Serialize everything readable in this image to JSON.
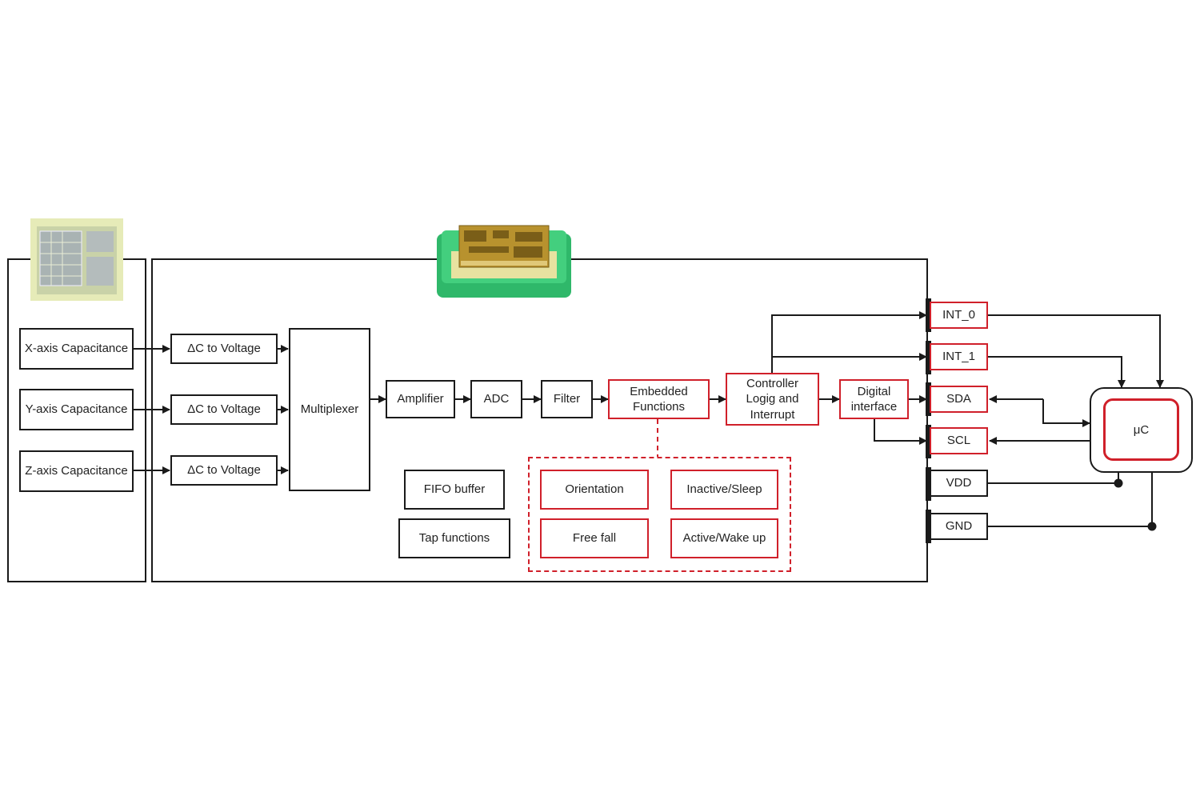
{
  "sensor": {
    "axes": [
      {
        "label": "X-axis Capacitance"
      },
      {
        "label": "Y-axis Capacitance"
      },
      {
        "label": "Z-axis Capacitance"
      }
    ]
  },
  "asic": {
    "converters": [
      "ΔC to Voltage",
      "ΔC to Voltage",
      "ΔC to Voltage"
    ],
    "multiplexer": "Multiplexer",
    "amplifier": "Amplifier",
    "adc": "ADC",
    "filter": "Filter",
    "embedded": "Embedded\nFunctions",
    "controller": "Controller\nLogig and\nInterrupt",
    "digital": "Digital\ninterface",
    "fifo": "FIFO buffer",
    "tap": "Tap functions",
    "functions": [
      "Orientation",
      "Inactive/Sleep",
      "Free fall",
      "Active/Wake up"
    ]
  },
  "pins": [
    "INT_0",
    "INT_1",
    "SDA",
    "SCL",
    "VDD",
    "GND"
  ],
  "mcu": {
    "label": "μC"
  },
  "colors": {
    "accent": "#d0202a",
    "line": "#1a1a1a",
    "mems_die": "#c9d2a8",
    "package_green": "#2fb86a",
    "chip_gold": "#b8922e"
  }
}
